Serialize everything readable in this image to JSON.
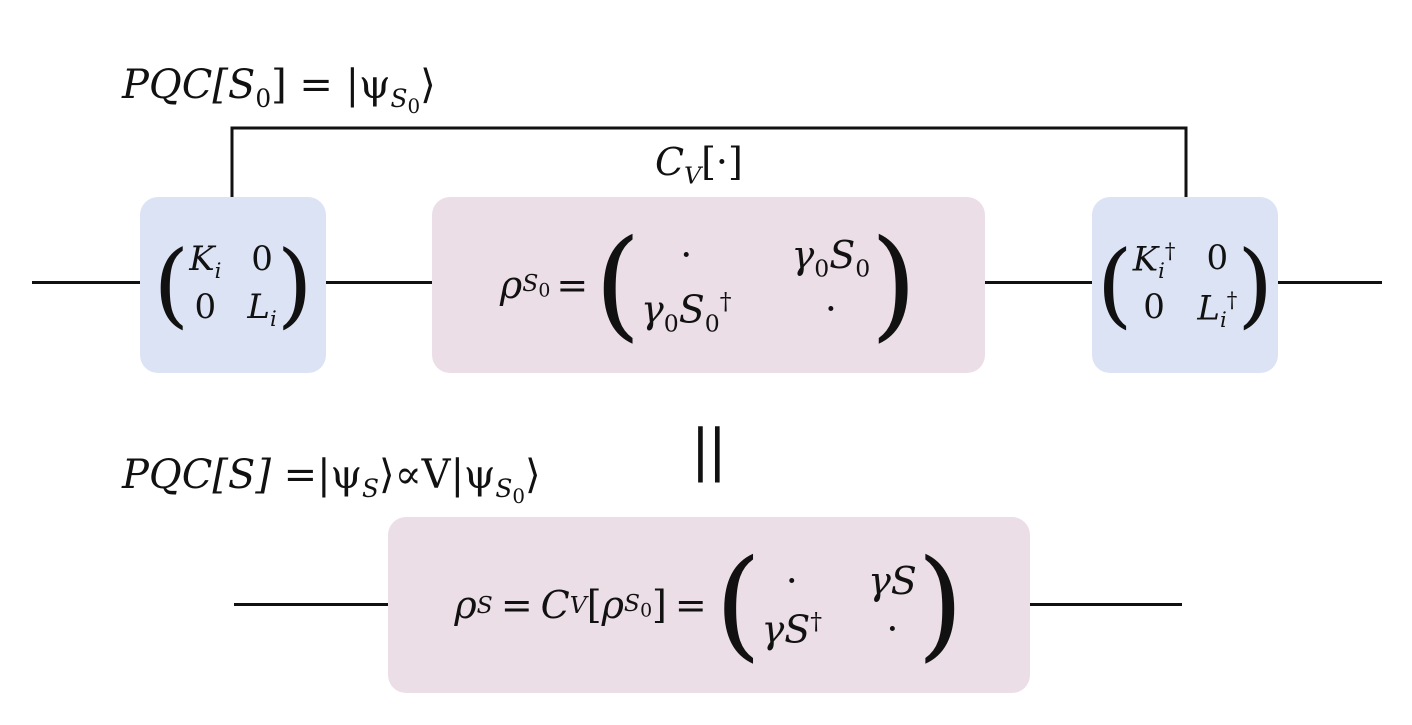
{
  "top_label": {
    "lhs": "PQC[S",
    "lhs_sub": "0",
    "rhs": "] = |ψ",
    "rhs_sub": "S",
    "rhs_subsub": "0",
    "close": "⟩"
  },
  "channel_label": {
    "text": "C",
    "sub": "V",
    "arg": "[·]"
  },
  "left_block": {
    "a": "K",
    "a_sub": "i",
    "b": "0",
    "c": "0",
    "d": "L",
    "d_sub": "i"
  },
  "center_block": {
    "lhs": "ρ",
    "lhs_sub": "S",
    "lhs_subsub": "0",
    "eq": "=",
    "m11": "·",
    "m12": "γ",
    "m12_sub": "0",
    "m12_b": "S",
    "m12_b_sub": "0",
    "m21": "γ",
    "m21_sub": "0",
    "m21_b": "S",
    "m21_b_sub": "0",
    "m21_sup": "†",
    "m22": "·"
  },
  "right_block": {
    "a": "K",
    "a_sub": "i",
    "a_sup": "†",
    "b": "0",
    "c": "0",
    "d": "L",
    "d_sub": "i",
    "d_sup": "†"
  },
  "equality_mark": "||",
  "bottom_label": {
    "lhs": "PQC[S] =",
    "psi": "|ψ",
    "psi_sub": "S",
    "mid": "⟩∝V|ψ",
    "mid_sub": "S",
    "mid_subsub": "0",
    "close": "⟩"
  },
  "bottom_block": {
    "lhs": "ρ",
    "lhs_sub": "S",
    "eq1": "=",
    "chan": "C",
    "chan_sub": "V",
    "arg": "ρ",
    "arg_sub": "S",
    "arg_subsub": "0",
    "eq2": "=",
    "m11": "·",
    "m12": "γS",
    "m21": "γS",
    "m21_sup": "†",
    "m22": "·"
  },
  "colors": {
    "blue_box": "#dce3f4",
    "pink_box": "#ecdee6",
    "line": "#111111"
  }
}
